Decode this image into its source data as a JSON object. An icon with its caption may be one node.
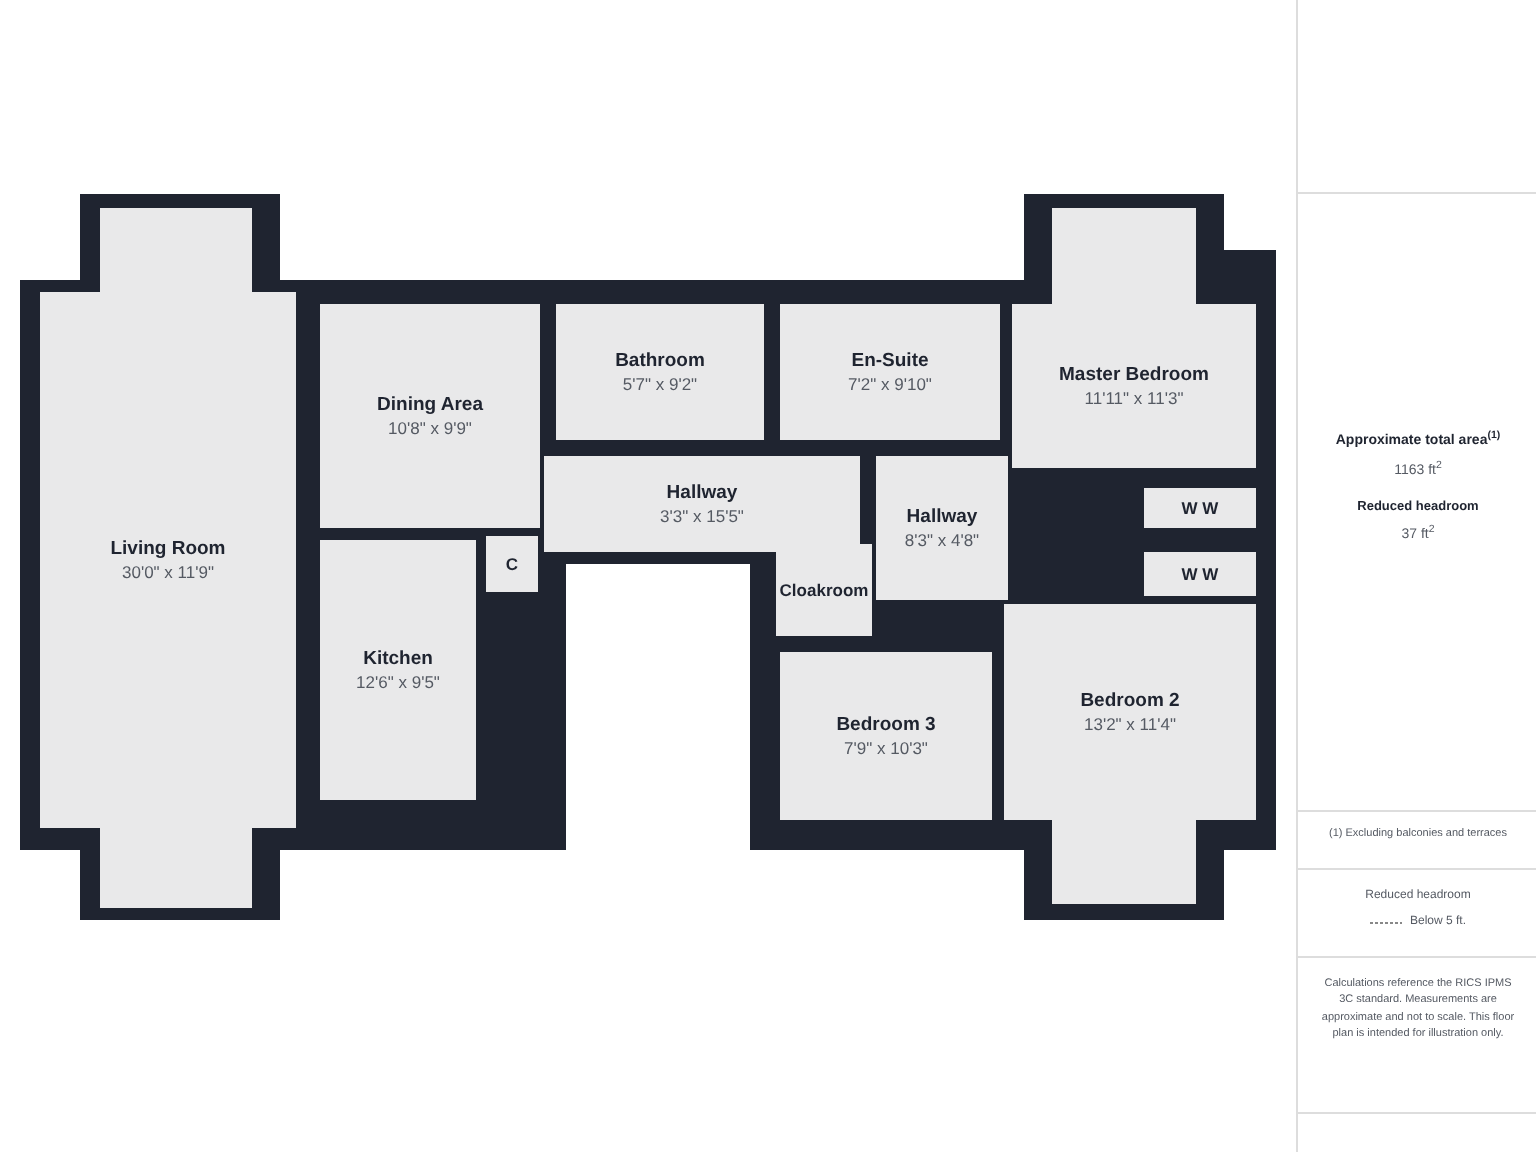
{
  "diagram": {
    "nodes": [
      {
        "text": [
          "Living Room",
          "30'0\" x 11'9\""
        ]
      },
      {
        "text": [
          "Dining Area",
          "10'8\" x 9'9\""
        ]
      },
      {
        "text": [
          "Bathroom",
          "5'7\" x 9'2\""
        ]
      },
      {
        "text": [
          "En-Suite",
          "7'2\" x 9'10\""
        ]
      },
      {
        "text": [
          "Master Bedroom",
          "11'11\" x 11'3\""
        ]
      },
      {
        "text": [
          "Hallway",
          "3'3\" x 15'5\""
        ]
      },
      {
        "text": [
          "C"
        ]
      },
      {
        "text": [
          "Hallway",
          "8'3\" x 4'8\""
        ]
      },
      {
        "text": [
          "W W"
        ]
      },
      {
        "text": [
          "Cloakroom"
        ]
      },
      {
        "text": [
          "W W"
        ]
      },
      {
        "text": [
          "Kitchen",
          "12'6\" x 9'5\""
        ]
      },
      {
        "text": [
          "Bedroom 3",
          "7'9\" x 10'3\""
        ]
      },
      {
        "text": [
          "Bedroom 2",
          "13'2\" x 11'4\""
        ]
      }
    ],
    "labels": [
      "Approximate total area$^{(1)}$",
      "1163 ft$^{2}$",
      "Reduced headroom",
      "37 ft$^{2}$",
      "(1) Excluding balconies and terraces",
      "Reduced headroom",
      "Calculations reference the RICS IPMS 3C standard. Measurements are approximate and not to scale. This floor plan is intended for illustration only."
    ],
    "legend": [
      {
        "text": "Below 5 ft."
      }
    ]
  }
}
